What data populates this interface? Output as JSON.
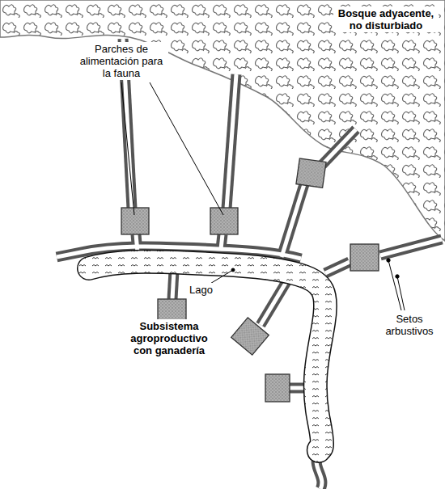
{
  "diagram": {
    "labels": [
      "Bosque adyacente, no disturbiado",
      "Parches de alimentación para la fauna",
      "Lago",
      "Setos arbustivos",
      "Subsistema agroproductivo con ganadería"
    ]
  }
}
